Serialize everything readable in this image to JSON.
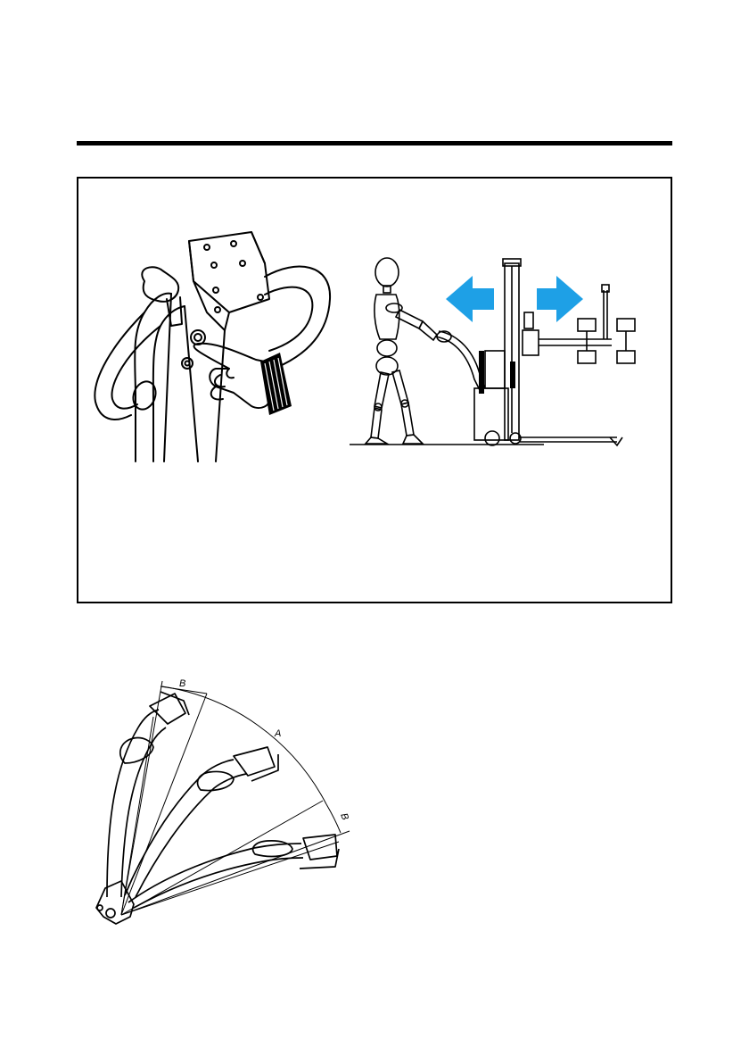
{
  "page": {
    "background": "#ffffff",
    "ink": "#000000",
    "arrow_color": "#1ea0e6"
  },
  "figures": {
    "handle_button": {
      "icon": "finger-pressing-button-icon"
    },
    "operator_push_pull": {
      "icon": "operator-pushing-lift-icon",
      "arrows": [
        "arrow-left-icon",
        "arrow-right-icon"
      ]
    },
    "tiller_arm_angles": {
      "labels": {
        "b_top": "B",
        "a_middle": "A",
        "b_bottom": "B"
      }
    }
  }
}
